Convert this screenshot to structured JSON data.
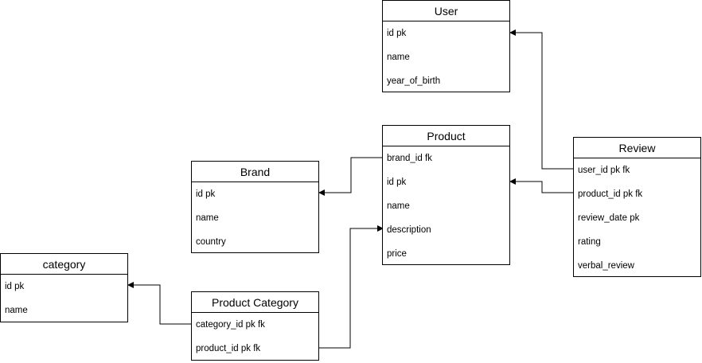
{
  "entities": {
    "user": {
      "title": "User",
      "fields": [
        "id pk",
        "name",
        "year_of_birth"
      ]
    },
    "product": {
      "title": "Product",
      "fields": [
        "brand_id fk",
        "id pk",
        "name",
        "description",
        "price"
      ]
    },
    "review": {
      "title": "Review",
      "fields": [
        "user_id pk fk",
        "product_id pk fk",
        "review_date pk",
        "rating",
        "verbal_review"
      ]
    },
    "brand": {
      "title": "Brand",
      "fields": [
        "id pk",
        "name",
        "country"
      ]
    },
    "category": {
      "title": "category",
      "fields": [
        "id pk",
        "name"
      ]
    },
    "product_category": {
      "title": "Product Category",
      "fields": [
        "category_id pk fk",
        "product_id pk fk"
      ]
    }
  },
  "relationships": [
    {
      "from": "review.user_id pk fk",
      "to": "user.id pk"
    },
    {
      "from": "review.product_id pk fk",
      "to": "product.id pk"
    },
    {
      "from": "product.brand_id fk",
      "to": "brand.id pk"
    },
    {
      "from": "product_category.category_id pk fk",
      "to": "category.id pk"
    },
    {
      "from": "product_category.product_id pk fk",
      "to": "product.description"
    }
  ],
  "colors": {
    "line": "#000000",
    "background": "#ffffff"
  }
}
